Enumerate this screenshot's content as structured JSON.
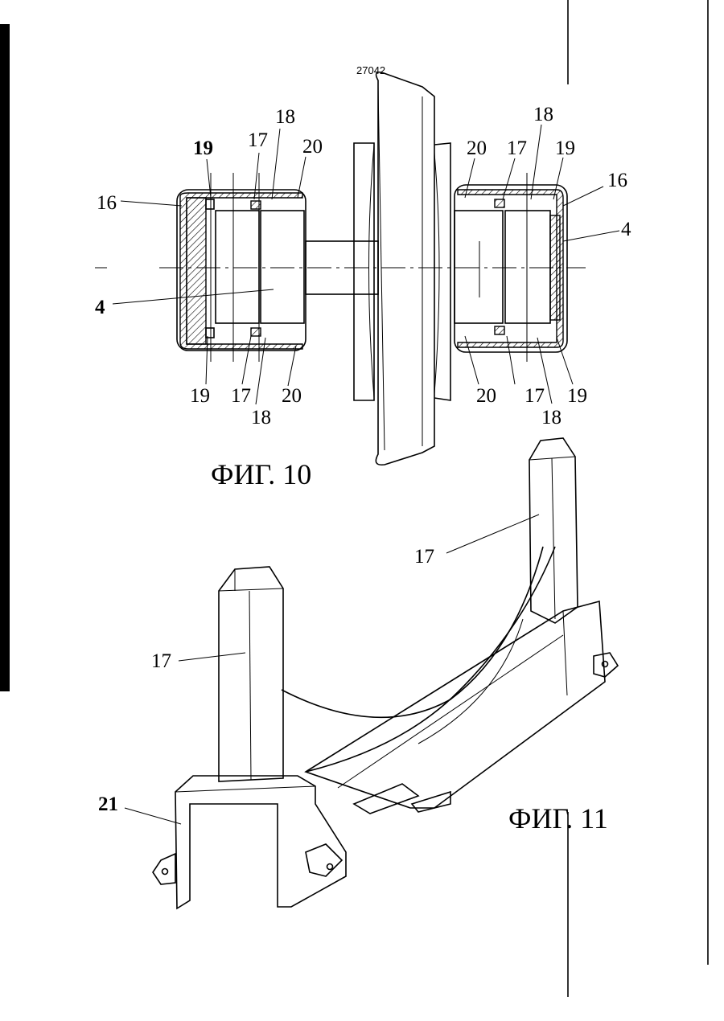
{
  "document_number": "27042",
  "figures": [
    {
      "caption": "ФИГ. 10",
      "callouts": {
        "left_19_top": "19",
        "left_17_top": "17",
        "left_18_top": "18",
        "left_20_top": "20",
        "left_16": "16",
        "left_4": "4",
        "left_19_bottom": "19",
        "left_17_bottom": "17",
        "left_18_bottom": "18",
        "left_20_bottom": "20",
        "right_18_top": "18",
        "right_20_top": "20",
        "right_17_top": "17",
        "right_19_top": "19",
        "right_16": "16",
        "right_4": "4",
        "right_20_bottom": "20",
        "right_17_bottom": "17",
        "right_19_bottom": "19",
        "right_18_bottom": "18"
      }
    },
    {
      "caption": "ФИГ. 11",
      "callouts": {
        "post_17_right": "17",
        "post_17_left": "17",
        "frame_21": "21"
      }
    }
  ]
}
